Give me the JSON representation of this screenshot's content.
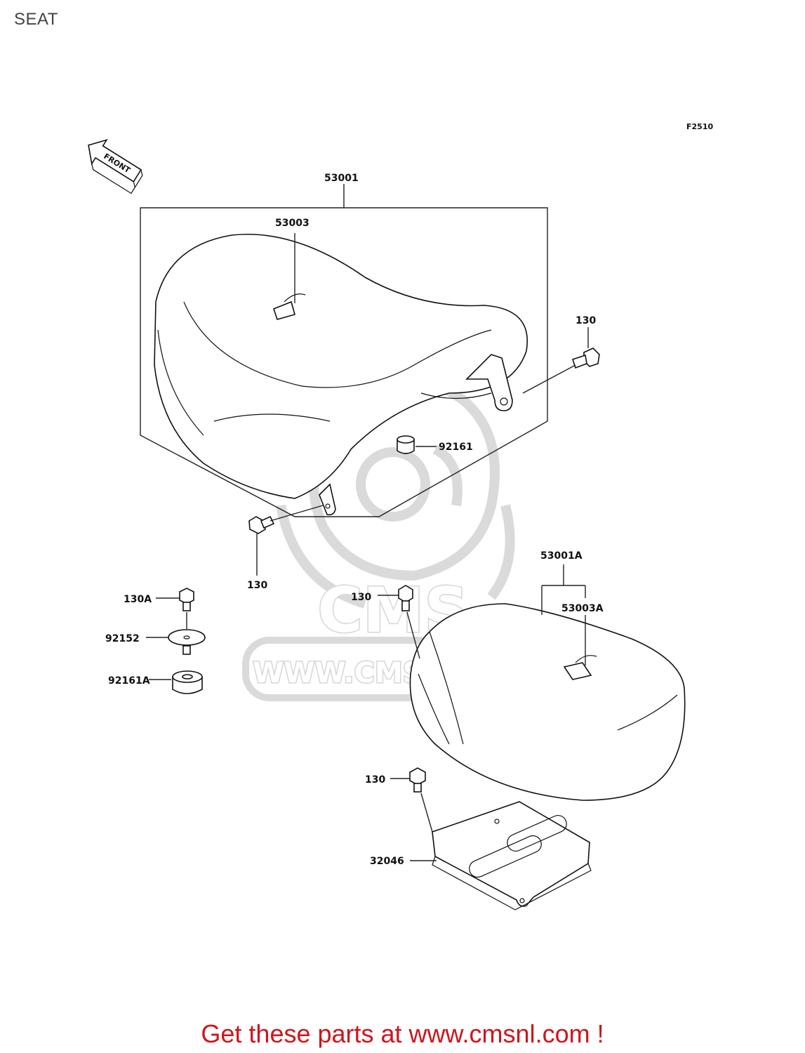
{
  "page": {
    "title": "SEAT",
    "figure_code": "F2510"
  },
  "front_arrow": {
    "label": "FRONT"
  },
  "watermark": {
    "brand": "CMS",
    "url": "WWW.CMSNL.COM"
  },
  "callouts": [
    {
      "id": "c-53001",
      "label": "53001"
    },
    {
      "id": "c-53003",
      "label": "53003"
    },
    {
      "id": "c-130-a",
      "label": "130"
    },
    {
      "id": "c-92161",
      "label": "92161"
    },
    {
      "id": "c-130-b",
      "label": "130"
    },
    {
      "id": "c-53001A",
      "label": "53001A"
    },
    {
      "id": "c-53003A",
      "label": "53003A"
    },
    {
      "id": "c-130A",
      "label": "130A"
    },
    {
      "id": "c-130-c",
      "label": "130"
    },
    {
      "id": "c-92152",
      "label": "92152"
    },
    {
      "id": "c-92161A",
      "label": "92161A"
    },
    {
      "id": "c-130-d",
      "label": "130"
    },
    {
      "id": "c-32046",
      "label": "32046"
    }
  ],
  "footer": {
    "text": "Get these parts at www.cmsnl.com !",
    "color": "#d0141b"
  }
}
